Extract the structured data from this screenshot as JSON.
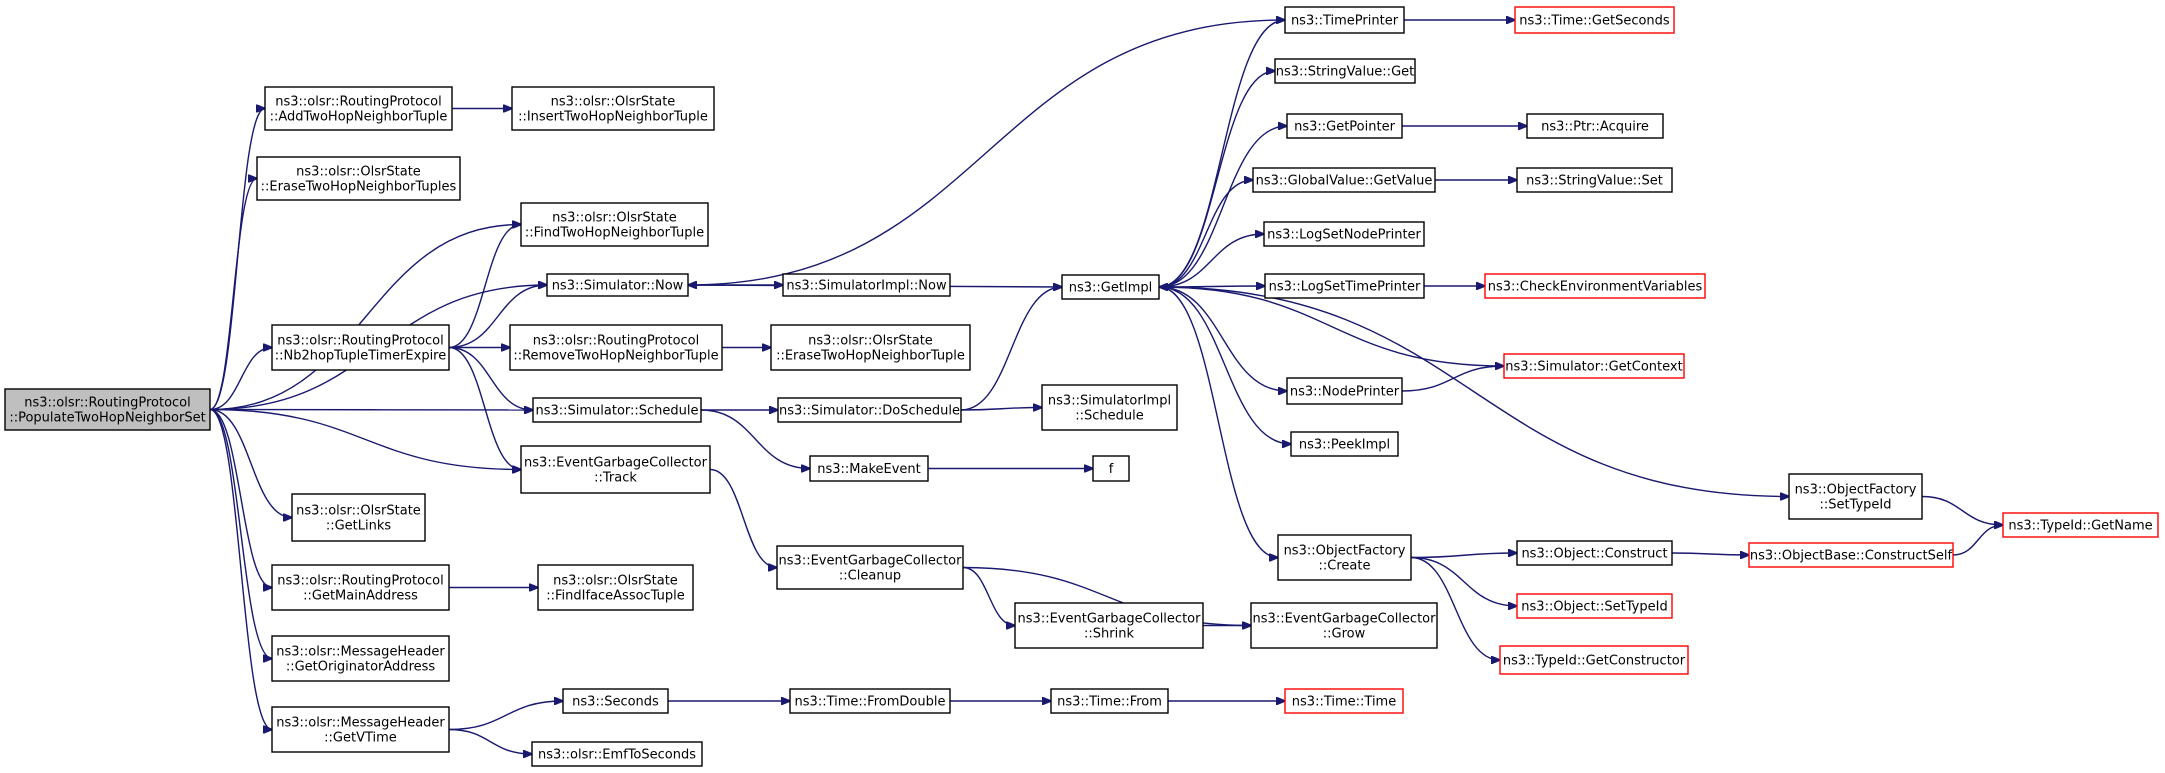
{
  "diagram": {
    "colors": {
      "edge": "#191970",
      "root_fill": "#bfbfbf",
      "node_border": "#000000",
      "external_border": "#ff0000"
    },
    "nodes": [
      {
        "id": "root",
        "lines": [
          "ns3::olsr::RoutingProtocol",
          "::PopulateTwoHopNeighborSet"
        ],
        "style": "root"
      },
      {
        "id": "addTwoHop",
        "lines": [
          "ns3::olsr::RoutingProtocol",
          "::AddTwoHopNeighborTuple"
        ]
      },
      {
        "id": "insertTwoHop",
        "lines": [
          "ns3::olsr::OlsrState",
          "::InsertTwoHopNeighborTuple"
        ]
      },
      {
        "id": "eraseTwoHopA",
        "lines": [
          "ns3::olsr::OlsrState",
          "::EraseTwoHopNeighborTuples"
        ]
      },
      {
        "id": "findTwoHop",
        "lines": [
          "ns3::olsr::OlsrState",
          "::FindTwoHopNeighborTuple"
        ]
      },
      {
        "id": "simNow",
        "lines": [
          "ns3::Simulator::Now"
        ]
      },
      {
        "id": "simImplNow",
        "lines": [
          "ns3::SimulatorImpl::Now"
        ]
      },
      {
        "id": "nb2hop",
        "lines": [
          "ns3::olsr::RoutingProtocol",
          "::Nb2hopTupleTimerExpire"
        ]
      },
      {
        "id": "removeTwoHop",
        "lines": [
          "ns3::olsr::RoutingProtocol",
          "::RemoveTwoHopNeighborTuple"
        ]
      },
      {
        "id": "eraseTwoHopB",
        "lines": [
          "ns3::olsr::OlsrState",
          "::EraseTwoHopNeighborTuple"
        ]
      },
      {
        "id": "simSchedule",
        "lines": [
          "ns3::Simulator::Schedule"
        ]
      },
      {
        "id": "doSchedule",
        "lines": [
          "ns3::Simulator::DoSchedule"
        ]
      },
      {
        "id": "implSchedule",
        "lines": [
          "ns3::SimulatorImpl",
          "::Schedule"
        ]
      },
      {
        "id": "egcTrack",
        "lines": [
          "ns3::EventGarbageCollector",
          "::Track"
        ]
      },
      {
        "id": "makeEvent",
        "lines": [
          "ns3::MakeEvent"
        ]
      },
      {
        "id": "f",
        "lines": [
          "f"
        ]
      },
      {
        "id": "getLinks",
        "lines": [
          "ns3::olsr::OlsrState",
          "::GetLinks"
        ]
      },
      {
        "id": "egcCleanup",
        "lines": [
          "ns3::EventGarbageCollector",
          "::Cleanup"
        ]
      },
      {
        "id": "getMainAddr",
        "lines": [
          "ns3::olsr::RoutingProtocol",
          "::GetMainAddress"
        ]
      },
      {
        "id": "findIface",
        "lines": [
          "ns3::olsr::OlsrState",
          "::FindIfaceAssocTuple"
        ]
      },
      {
        "id": "egcShrink",
        "lines": [
          "ns3::EventGarbageCollector",
          "::Shrink"
        ]
      },
      {
        "id": "egcGrow",
        "lines": [
          "ns3::EventGarbageCollector",
          "::Grow"
        ]
      },
      {
        "id": "getOrigAddr",
        "lines": [
          "ns3::olsr::MessageHeader",
          "::GetOriginatorAddress"
        ]
      },
      {
        "id": "getVTime",
        "lines": [
          "ns3::olsr::MessageHeader",
          "::GetVTime"
        ]
      },
      {
        "id": "seconds",
        "lines": [
          "ns3::Seconds"
        ]
      },
      {
        "id": "fromDouble",
        "lines": [
          "ns3::Time::FromDouble"
        ]
      },
      {
        "id": "timeFrom",
        "lines": [
          "ns3::Time::From"
        ]
      },
      {
        "id": "timeTime",
        "lines": [
          "ns3::Time::Time"
        ],
        "style": "red"
      },
      {
        "id": "emfToSec",
        "lines": [
          "ns3::olsr::EmfToSeconds"
        ]
      },
      {
        "id": "getImpl",
        "lines": [
          "ns3::GetImpl"
        ]
      },
      {
        "id": "timePrinter",
        "lines": [
          "ns3::TimePrinter"
        ]
      },
      {
        "id": "getSeconds",
        "lines": [
          "ns3::Time::GetSeconds"
        ],
        "style": "red"
      },
      {
        "id": "stringValueGet",
        "lines": [
          "ns3::StringValue::Get"
        ]
      },
      {
        "id": "getPointer",
        "lines": [
          "ns3::GetPointer"
        ]
      },
      {
        "id": "ptrAcquire",
        "lines": [
          "ns3::Ptr::Acquire"
        ]
      },
      {
        "id": "globalGetValue",
        "lines": [
          "ns3::GlobalValue::GetValue"
        ]
      },
      {
        "id": "stringValueSet",
        "lines": [
          "ns3::StringValue::Set"
        ]
      },
      {
        "id": "logSetNodePrinter",
        "lines": [
          "ns3::LogSetNodePrinter"
        ]
      },
      {
        "id": "logSetTimePrinter",
        "lines": [
          "ns3::LogSetTimePrinter"
        ]
      },
      {
        "id": "checkEnv",
        "lines": [
          "ns3::CheckEnvironmentVariables"
        ],
        "style": "red"
      },
      {
        "id": "simGetContext",
        "lines": [
          "ns3::Simulator::GetContext"
        ],
        "style": "red"
      },
      {
        "id": "nodePrinter",
        "lines": [
          "ns3::NodePrinter"
        ]
      },
      {
        "id": "peekImpl",
        "lines": [
          "ns3::PeekImpl"
        ]
      },
      {
        "id": "ofSetTypeId",
        "lines": [
          "ns3::ObjectFactory",
          "::SetTypeId"
        ]
      },
      {
        "id": "typeIdGetName",
        "lines": [
          "ns3::TypeId::GetName"
        ],
        "style": "red"
      },
      {
        "id": "ofCreate",
        "lines": [
          "ns3::ObjectFactory",
          "::Create"
        ]
      },
      {
        "id": "objConstruct",
        "lines": [
          "ns3::Object::Construct"
        ]
      },
      {
        "id": "objBaseConstructSelf",
        "lines": [
          "ns3::ObjectBase::ConstructSelf"
        ],
        "style": "red"
      },
      {
        "id": "objSetTypeId",
        "lines": [
          "ns3::Object::SetTypeId"
        ],
        "style": "red"
      },
      {
        "id": "typeIdGetCtor",
        "lines": [
          "ns3::TypeId::GetConstructor"
        ],
        "style": "red"
      }
    ],
    "edges": [
      [
        "root",
        "addTwoHop"
      ],
      [
        "root",
        "eraseTwoHopA"
      ],
      [
        "root",
        "findTwoHop"
      ],
      [
        "root",
        "simNow"
      ],
      [
        "root",
        "nb2hop"
      ],
      [
        "root",
        "simSchedule"
      ],
      [
        "root",
        "egcTrack"
      ],
      [
        "root",
        "getLinks"
      ],
      [
        "root",
        "getMainAddr"
      ],
      [
        "root",
        "getOrigAddr"
      ],
      [
        "root",
        "getVTime"
      ],
      [
        "addTwoHop",
        "insertTwoHop"
      ],
      [
        "nb2hop",
        "findTwoHop"
      ],
      [
        "nb2hop",
        "simNow"
      ],
      [
        "nb2hop",
        "removeTwoHop"
      ],
      [
        "nb2hop",
        "simSchedule"
      ],
      [
        "nb2hop",
        "egcTrack"
      ],
      [
        "removeTwoHop",
        "eraseTwoHopB"
      ],
      [
        "simNow",
        "simImplNow"
      ],
      [
        "simNow",
        "getImpl"
      ],
      [
        "simSchedule",
        "doSchedule"
      ],
      [
        "simSchedule",
        "makeEvent"
      ],
      [
        "doSchedule",
        "getImpl"
      ],
      [
        "doSchedule",
        "implSchedule"
      ],
      [
        "makeEvent",
        "f"
      ],
      [
        "egcTrack",
        "egcCleanup"
      ],
      [
        "egcCleanup",
        "egcShrink"
      ],
      [
        "egcCleanup",
        "egcGrow"
      ],
      [
        "egcShrink",
        "egcGrow"
      ],
      [
        "getMainAddr",
        "findIface"
      ],
      [
        "getVTime",
        "seconds"
      ],
      [
        "getVTime",
        "emfToSec"
      ],
      [
        "seconds",
        "fromDouble"
      ],
      [
        "fromDouble",
        "timeFrom"
      ],
      [
        "timeFrom",
        "timeTime"
      ],
      [
        "getImpl",
        "timePrinter"
      ],
      [
        "getImpl",
        "stringValueGet"
      ],
      [
        "getImpl",
        "getPointer"
      ],
      [
        "getImpl",
        "globalGetValue"
      ],
      [
        "getImpl",
        "logSetNodePrinter"
      ],
      [
        "getImpl",
        "logSetTimePrinter"
      ],
      [
        "getImpl",
        "nodePrinter"
      ],
      [
        "getImpl",
        "peekImpl"
      ],
      [
        "getImpl",
        "ofSetTypeId"
      ],
      [
        "getImpl",
        "ofCreate"
      ],
      [
        "timePrinter",
        "simNow"
      ],
      [
        "timePrinter",
        "getSeconds"
      ],
      [
        "getPointer",
        "ptrAcquire"
      ],
      [
        "globalGetValue",
        "stringValueSet"
      ],
      [
        "logSetTimePrinter",
        "checkEnv"
      ],
      [
        "nodePrinter",
        "simGetContext"
      ],
      [
        "simGetContext",
        "getImpl"
      ],
      [
        "ofSetTypeId",
        "typeIdGetName"
      ],
      [
        "ofCreate",
        "objConstruct"
      ],
      [
        "ofCreate",
        "objSetTypeId"
      ],
      [
        "ofCreate",
        "typeIdGetCtor"
      ],
      [
        "objConstruct",
        "objBaseConstructSelf"
      ],
      [
        "objBaseConstructSelf",
        "typeIdGetName"
      ]
    ]
  }
}
